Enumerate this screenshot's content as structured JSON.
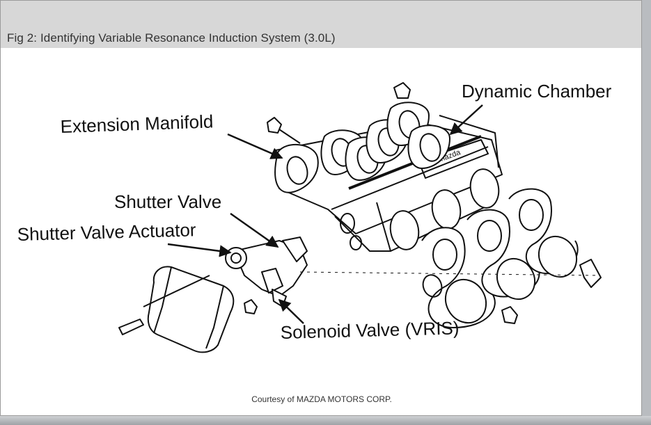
{
  "caption": "Fig 2: Identifying Variable Resonance Induction System (3.0L)",
  "credit": "Courtesy of MAZDA MOTORS CORP.",
  "labels": {
    "dynamic_chamber": "Dynamic Chamber",
    "extension_manifold": "Extension Manifold",
    "shutter_valve": "Shutter Valve",
    "shutter_valve_actuator": "Shutter Valve Actuator",
    "solenoid_valve": "Solenoid Valve (VRIS)"
  },
  "colors": {
    "caption_bar": "#d7d7d7",
    "line_art": "#111111"
  }
}
